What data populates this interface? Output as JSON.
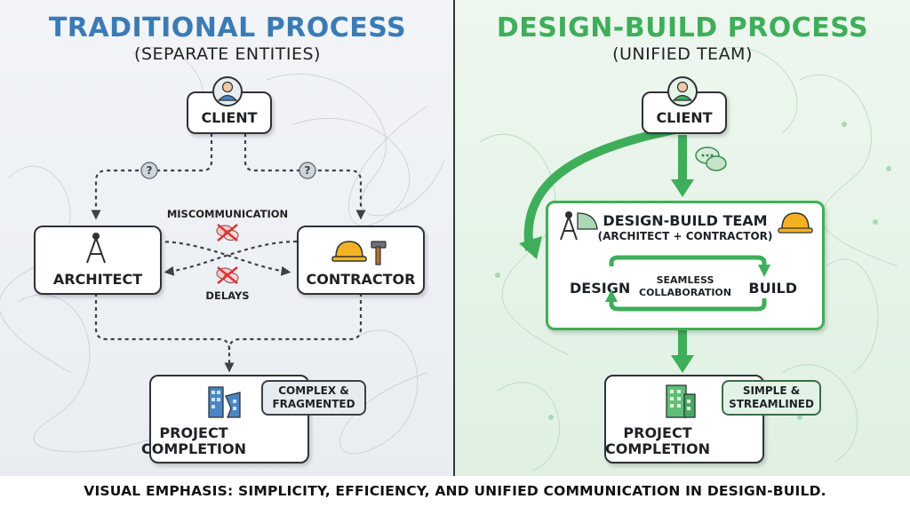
{
  "traditional": {
    "title": "TRADITIONAL PROCESS",
    "subtitle": "(SEPARATE ENTITIES)",
    "title_color": "#3b7bb5",
    "client_label": "CLIENT",
    "architect_label": "ARCHITECT",
    "contractor_label": "CONTRACTOR",
    "miscommunication_label": "MISCOMMUNICATION",
    "delays_label": "DELAYS",
    "question_mark": "?",
    "completion_label_line1": "PROJECT",
    "completion_label_line2": "COMPLETION",
    "callout_line1": "COMPLEX &",
    "callout_line2": "FRAGMENTED"
  },
  "design_build": {
    "title": "DESIGN-BUILD PROCESS",
    "subtitle": "(UNIFIED TEAM)",
    "title_color": "#3fae5a",
    "client_label": "CLIENT",
    "team_label": "DESIGN-BUILD TEAM",
    "team_sublabel": "(ARCHITECT + CONTRACTOR)",
    "design_label": "DESIGN",
    "build_label": "BUILD",
    "seamless_line1": "SEAMLESS",
    "seamless_line2": "COLLABORATION",
    "completion_label_line1": "PROJECT",
    "completion_label_line2": "COMPLETION",
    "callout_line1": "SIMPLE &",
    "callout_line2": "STREAMLINED",
    "accent_color": "#3fae5a"
  },
  "footer": {
    "text": "VISUAL EMPHASIS: SIMPLICITY, EFFICIENCY, AND UNIFIED COMMUNICATION IN DESIGN-BUILD."
  },
  "icons": {
    "client_left": "person-icon",
    "client_right": "person-icon",
    "architect": "compass-icon",
    "contractor": "hardhat-hammer-icon",
    "broken_building": "broken-building-icon",
    "building": "building-icon",
    "chat": "chat-bubbles-icon",
    "no_chat": "crossed-chat-icon"
  }
}
